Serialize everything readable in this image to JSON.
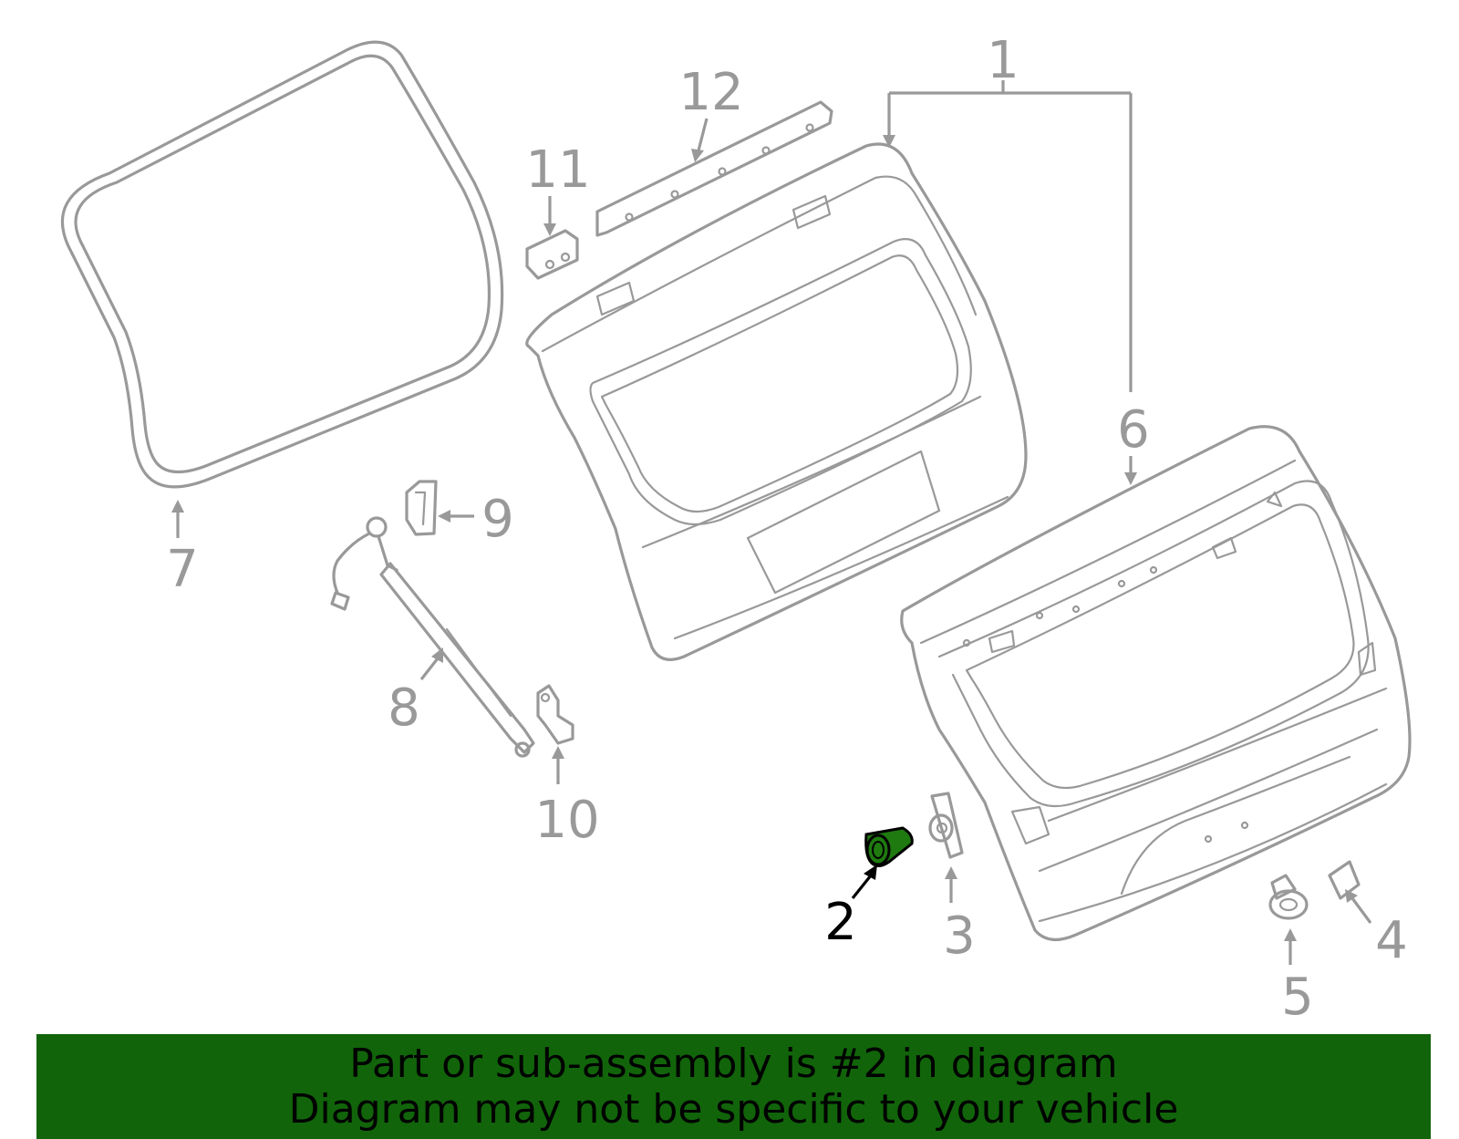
{
  "diagram": {
    "callouts": [
      {
        "id": "1",
        "label": "1"
      },
      {
        "id": "2",
        "label": "2",
        "highlighted": true
      },
      {
        "id": "3",
        "label": "3"
      },
      {
        "id": "4",
        "label": "4"
      },
      {
        "id": "5",
        "label": "5"
      },
      {
        "id": "6",
        "label": "6"
      },
      {
        "id": "7",
        "label": "7"
      },
      {
        "id": "8",
        "label": "8"
      },
      {
        "id": "9",
        "label": "9"
      },
      {
        "id": "10",
        "label": "10"
      },
      {
        "id": "11",
        "label": "11"
      },
      {
        "id": "12",
        "label": "12"
      }
    ],
    "colors": {
      "part_line": "#999999",
      "highlight_fill": "#1f7a10",
      "highlight_label": "#000000",
      "banner_bg": "#11640a"
    }
  },
  "banner": {
    "line1": "Part or sub-assembly is #2 in diagram",
    "line2": "Diagram may not be specific to your vehicle"
  }
}
